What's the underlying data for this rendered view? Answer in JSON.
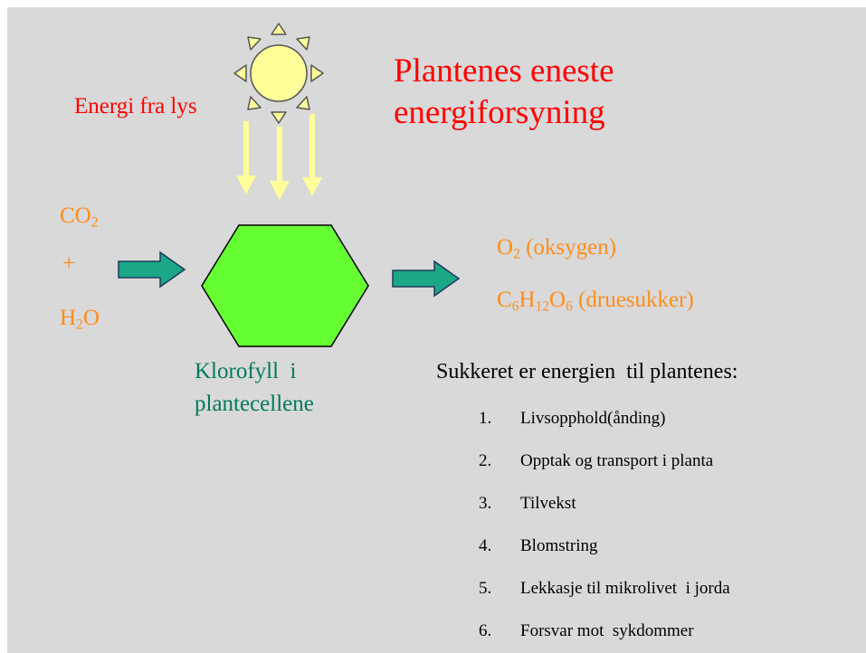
{
  "title": {
    "line1": "Plantenes eneste",
    "line2": "energiforsyning"
  },
  "energy_label": "Energi fra lys",
  "inputs": {
    "co2": {
      "base": "CO",
      "sub": "2"
    },
    "plus": "+",
    "h2o": {
      "base1": "H",
      "sub": "2",
      "base2": "O"
    }
  },
  "chlorophyll": {
    "line1": "Klorofyll  i",
    "line2": "plantecellene"
  },
  "outputs": {
    "o2": {
      "base": "O",
      "sub": "2",
      "desc": " (oksygen)"
    },
    "glucose": {
      "c": "C",
      "c_sub": "6",
      "h": "H",
      "h_sub": "12",
      "o": "O",
      "o_sub": "6",
      "desc": " (druesukker)"
    }
  },
  "sugar_heading": "Sukkeret er energien  til plantenes:",
  "uses": [
    {
      "num": "1.",
      "text": "Livsopphold(ånding)"
    },
    {
      "num": "2.",
      "text": "Opptak og transport i planta"
    },
    {
      "num": "3.",
      "text": "Tilvekst"
    },
    {
      "num": "4.",
      "text": "Blomstring"
    },
    {
      "num": "5.",
      "text": "Lekkasje til mikrolivet  i jorda"
    },
    {
      "num": "6.",
      "text": "Forsvar mot  sykdommer"
    }
  ],
  "colors": {
    "background": "#d9d9d9",
    "title": "#ff0000",
    "inputs_outputs": "#ff8c1a",
    "chlorophyll_text": "#007a5c",
    "hexagon_fill": "#66ff33",
    "arrow_fill": "#1aa886",
    "sun_fill": "#ffff99",
    "light_arrows": "#ffff99"
  },
  "icons": {
    "sun": "sun-icon",
    "light_arrow": "light-arrow-icon",
    "reaction_arrow": "block-arrow-icon",
    "chlorophyll": "hexagon-shape"
  }
}
